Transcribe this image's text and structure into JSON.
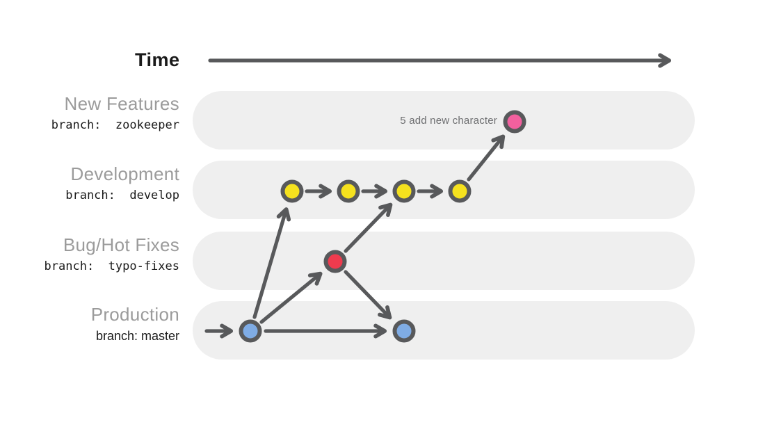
{
  "time": {
    "label": "Time"
  },
  "lanes": [
    {
      "title": "New Features",
      "branch_label": "branch:  zookeeper"
    },
    {
      "title": "Development",
      "branch_label": "branch:  develop"
    },
    {
      "title": "Bug/Hot Fixes",
      "branch_label": "branch:  typo-fixes"
    },
    {
      "title": "Production",
      "branch_label": "branch: master"
    }
  ],
  "annotations": {
    "commit_label": "5 add new character"
  },
  "colors": {
    "arrow_gray": "#58595B",
    "lane_gray": "#EFEFEF",
    "label_gray": "#9B9B9B",
    "text_dark": "#1A1A1A",
    "commit_yellow": "#F5E11E",
    "commit_blue": "#7FACE5",
    "commit_red": "#EE3B4E",
    "commit_pink": "#F2609E"
  },
  "graph": {
    "nodes": [
      {
        "id": "master-1",
        "lane": "Production",
        "color": "commit_blue"
      },
      {
        "id": "master-2",
        "lane": "Production",
        "color": "commit_blue"
      },
      {
        "id": "hotfix-1",
        "lane": "Bug/Hot Fixes",
        "color": "commit_red"
      },
      {
        "id": "develop-1",
        "lane": "Development",
        "color": "commit_yellow"
      },
      {
        "id": "develop-2",
        "lane": "Development",
        "color": "commit_yellow"
      },
      {
        "id": "develop-3",
        "lane": "Development",
        "color": "commit_yellow"
      },
      {
        "id": "develop-4",
        "lane": "Development",
        "color": "commit_yellow"
      },
      {
        "id": "feature-1",
        "lane": "New Features",
        "color": "commit_pink",
        "label": "5 add new character"
      }
    ],
    "edges": [
      {
        "from": "start",
        "to": "master-1"
      },
      {
        "from": "master-1",
        "to": "develop-1"
      },
      {
        "from": "master-1",
        "to": "hotfix-1"
      },
      {
        "from": "master-1",
        "to": "master-2"
      },
      {
        "from": "hotfix-1",
        "to": "develop-3"
      },
      {
        "from": "hotfix-1",
        "to": "master-2"
      },
      {
        "from": "develop-1",
        "to": "develop-2"
      },
      {
        "from": "develop-2",
        "to": "develop-3"
      },
      {
        "from": "develop-3",
        "to": "develop-4"
      },
      {
        "from": "develop-4",
        "to": "feature-1"
      }
    ]
  }
}
